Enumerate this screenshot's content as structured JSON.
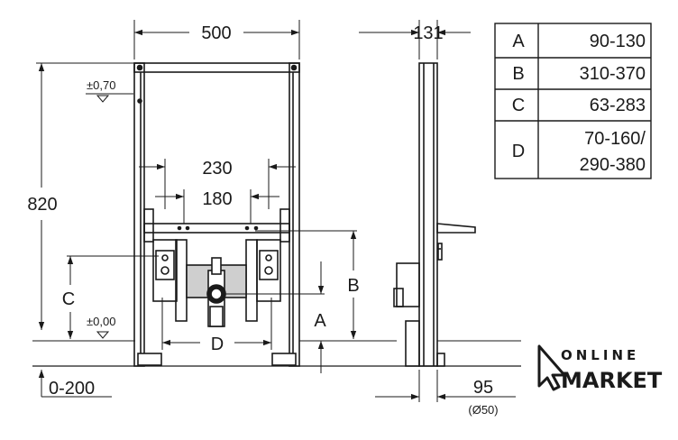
{
  "dimensions": {
    "width_500": "500",
    "depth_131": "131",
    "height_820": "820",
    "spacing_230": "230",
    "spacing_180": "180",
    "label_c": "C",
    "label_b": "B",
    "label_a": "A",
    "label_d": "D",
    "tol_top": "±0,70",
    "tol_floor": "±0,00",
    "floor_range": "0-200",
    "offset_95": "95",
    "pipe_dia": "(Ø50)"
  },
  "table": {
    "rows": [
      {
        "key": "A",
        "value": "90-130"
      },
      {
        "key": "B",
        "value": "310-370"
      },
      {
        "key": "C",
        "value": "63-283"
      },
      {
        "key": "D",
        "value_line1": "70-160/",
        "value_line2": "290-380"
      }
    ]
  },
  "logo": {
    "line1": "ONLINE",
    "line2": "MARKET"
  }
}
